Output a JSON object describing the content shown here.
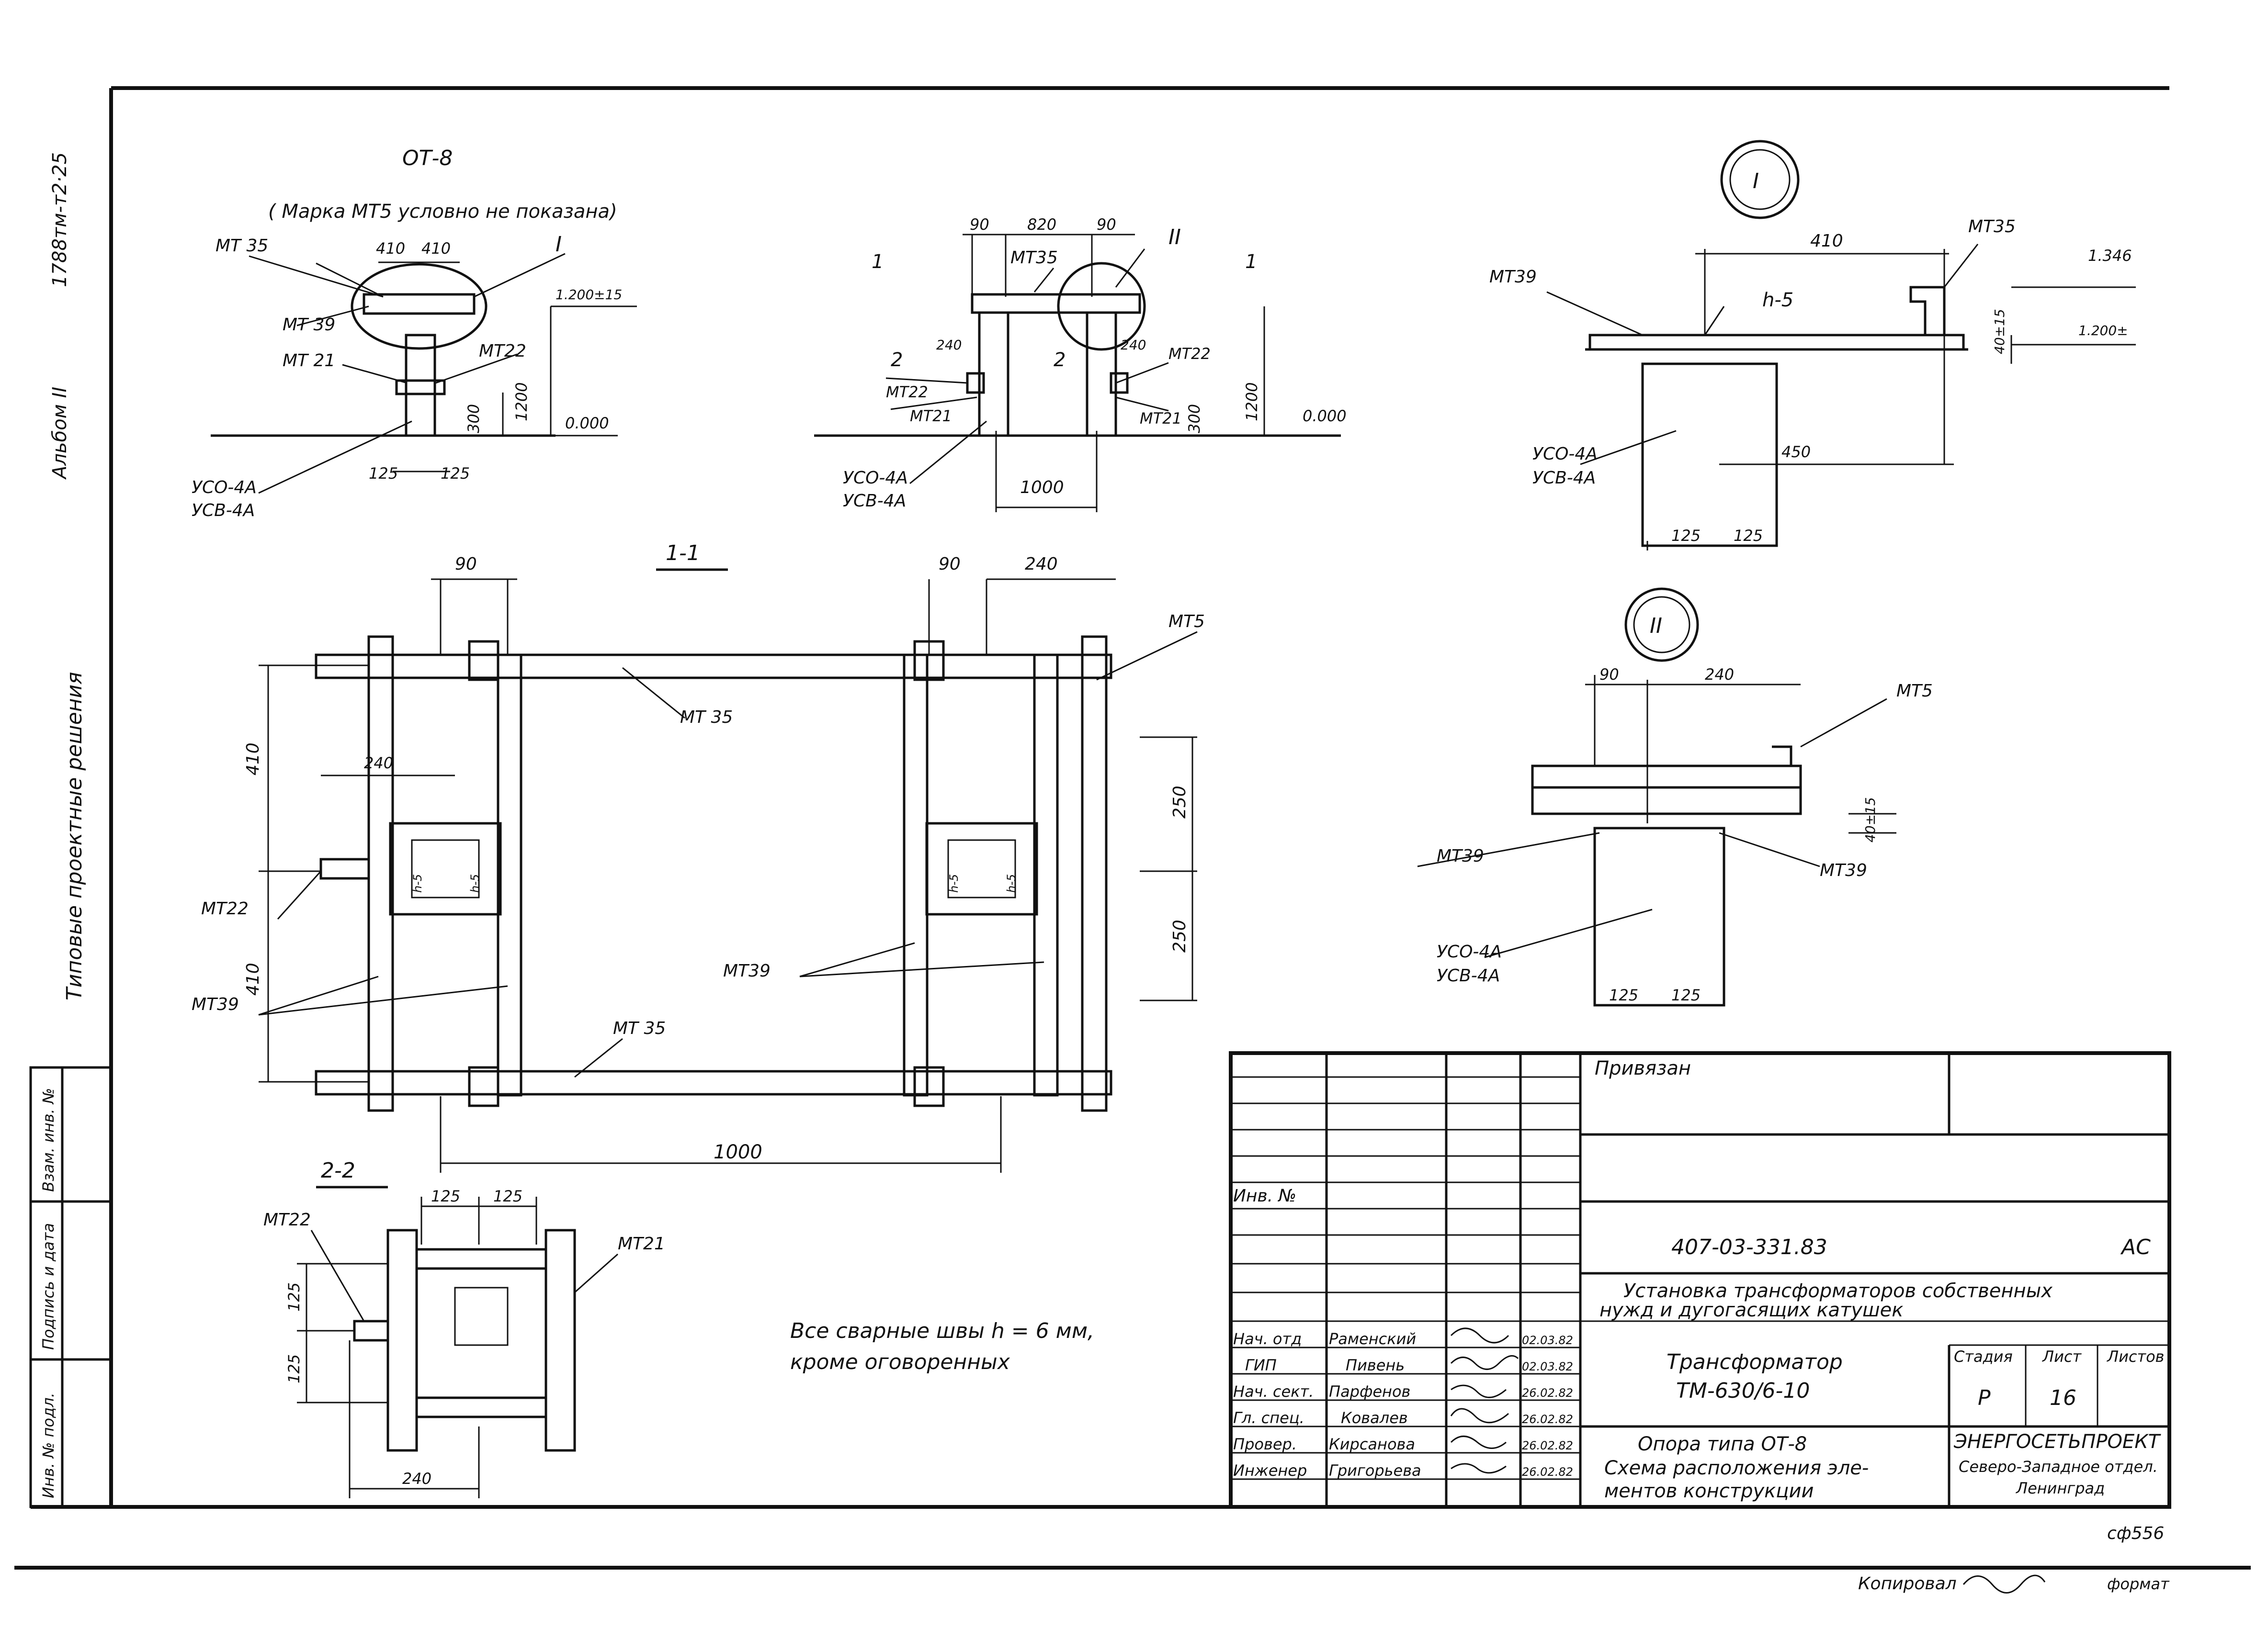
{
  "side_stamp": {
    "archive_no": "1788тм-т2·25",
    "album": "Альбом II",
    "series": "Типовые проектные решения",
    "fields": [
      "Взам. инв. №",
      "Подпись и дата",
      "Инв. № подл."
    ]
  },
  "view_ot8": {
    "title": "ОТ-8",
    "note": "( Марка МТ5 условно не показана)",
    "dims": [
      "410",
      "410",
      "1.200±15",
      "1200",
      "300",
      "0.000",
      "125",
      "125"
    ],
    "labels": [
      "МТ 35",
      "МТ 39",
      "МТ 21",
      "МТ22",
      "I",
      "УСО-4А",
      "УСВ-4А"
    ]
  },
  "view_side": {
    "dims": [
      "90",
      "820",
      "90",
      "240",
      "240",
      "1200",
      "300",
      "0.000",
      "1000"
    ],
    "labels": [
      "МТ35",
      "II",
      "1",
      "1",
      "2",
      "2",
      "МТ22",
      "МТ22",
      "МТ21",
      "МТ21",
      "УСО-4А",
      "УСВ-4А"
    ]
  },
  "detail_1": {
    "title": "I",
    "dims": [
      "410",
      "h-5",
      "1.346",
      "1.200±",
      "40±15",
      "450",
      "125",
      "125"
    ],
    "labels": [
      "МТ39",
      "МТ35",
      "УСО-4А",
      "УСВ-4А"
    ]
  },
  "detail_2": {
    "title": "II",
    "dims": [
      "90",
      "240",
      "40±15",
      "125",
      "125"
    ],
    "labels": [
      "МТ5",
      "МТ39",
      "МТ39",
      "УСО-4А",
      "УСВ-4А"
    ]
  },
  "section_1_1": {
    "title": "1-1",
    "dims": [
      "90",
      "90",
      "240",
      "410",
      "410",
      "240",
      "250",
      "250",
      "1000",
      "h-5",
      "h-5",
      "h-5",
      "h-5"
    ],
    "labels": [
      "МТ5",
      "МТ 35",
      "МТ 35",
      "МТ22",
      "МТ39",
      "МТ39"
    ]
  },
  "section_2_2": {
    "title": "2-2",
    "dims": [
      "125",
      "125",
      "125",
      "125",
      "240"
    ],
    "labels": [
      "МТ22",
      "МТ21"
    ]
  },
  "weld_note": [
    "Все сварные швы h = 6 мм,",
    "кроме оговоренных"
  ],
  "title_block": {
    "privyazan": "Привязан",
    "inv_no": "Инв. №",
    "doc_code": "407-03-331.83",
    "mark": "АС",
    "project": [
      "Установка трансформаторов собственных",
      "нужд и дугогасящих катушек"
    ],
    "sheet_title_a": [
      "Трансформатор",
      "ТМ-630/6-10"
    ],
    "sheet_title_b": [
      "Опора типа ОТ-8",
      "Схема расположения эле-",
      "ментов конструкции"
    ],
    "stage_head": [
      "Стадия",
      "Лист",
      "Листов"
    ],
    "stage": "Р",
    "sheet_no": "16",
    "organization": [
      "ЭНЕРГОСЕТЬПРОЕКТ",
      "Северо-Западное отдел.",
      "Ленинград"
    ],
    "signers": [
      {
        "role": "Нач. отд",
        "name": "Раменский",
        "date": "02.03.82"
      },
      {
        "role": "ГИП",
        "name": "Пивень",
        "date": "02.03.82"
      },
      {
        "role": "Нач. сект.",
        "name": "Парфенов",
        "date": "26.02.82"
      },
      {
        "role": "Гл. спец.",
        "name": "Ковалев",
        "date": "26.02.82"
      },
      {
        "role": "Провер.",
        "name": "Кирсанова",
        "date": "26.02.82"
      },
      {
        "role": "Инженер",
        "name": "Григорьева",
        "date": "26.02.82"
      }
    ]
  },
  "footer": {
    "format_code": "сф556",
    "copied": "Копировал",
    "format": "формат"
  }
}
